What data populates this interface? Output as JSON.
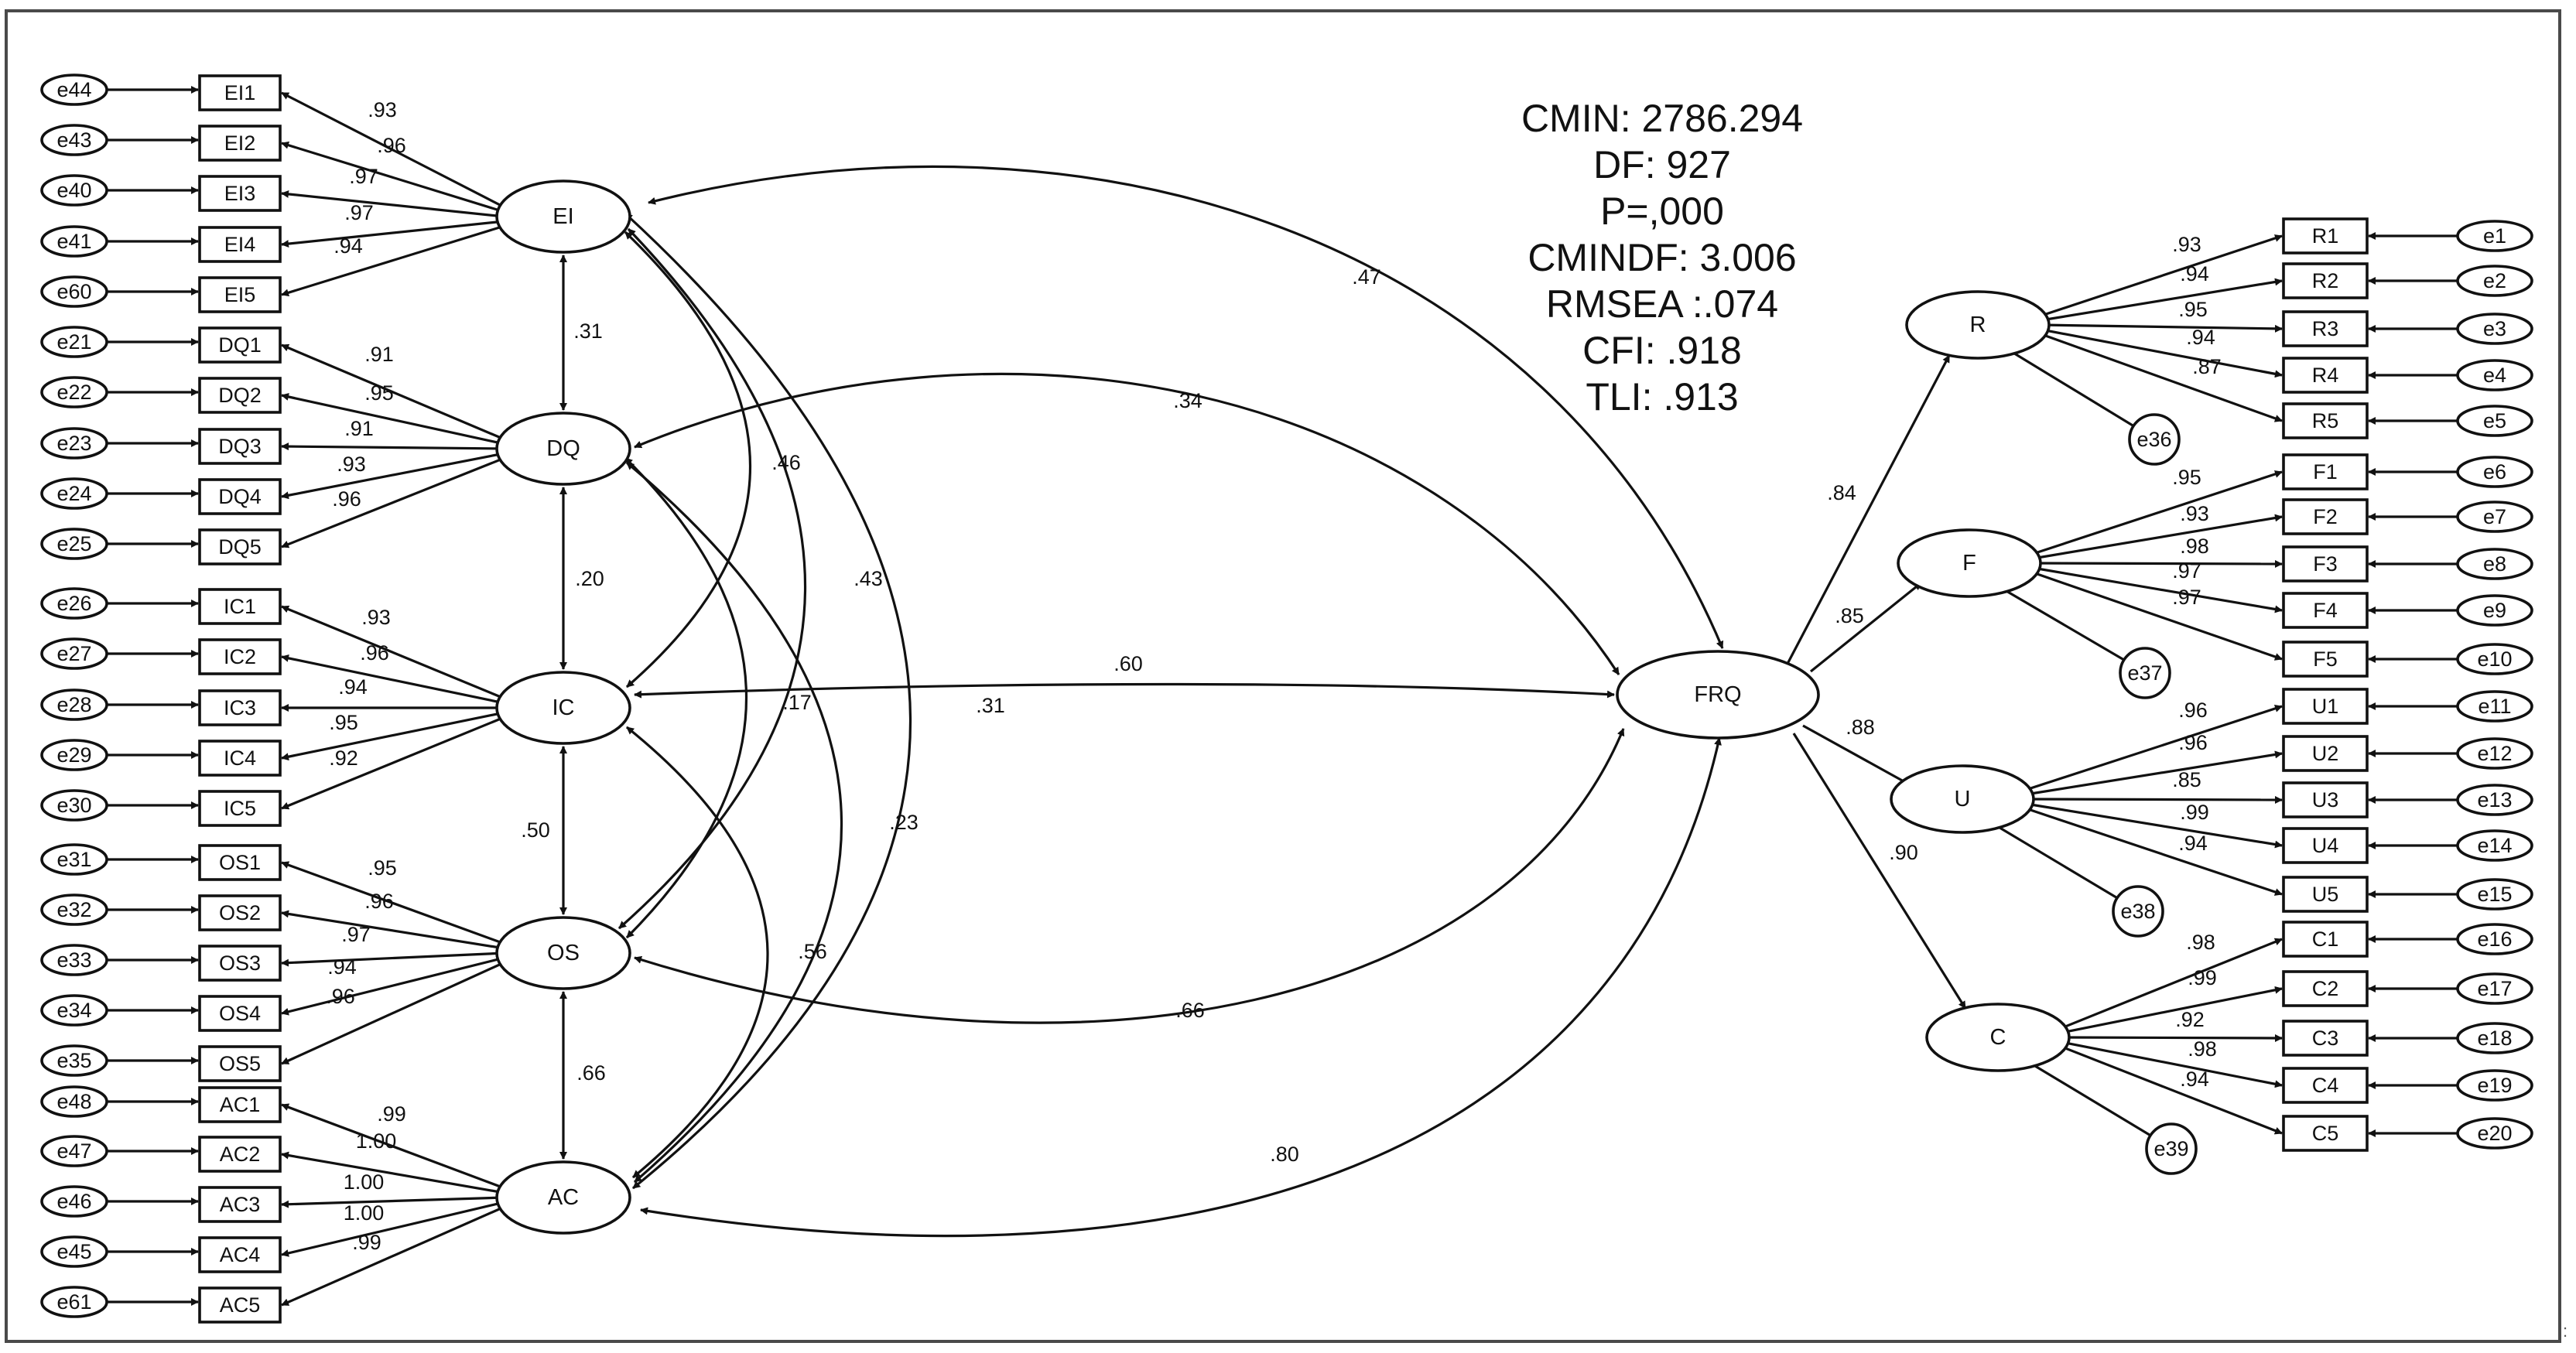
{
  "fit_indices": [
    "CMIN: 2786.294",
    "DF: 927",
    "P=,000",
    "CMINDF: 3.006",
    "RMSEA :.074",
    "CFI: .918",
    "TLI: .913"
  ],
  "latent_factors": [
    {
      "name": "EI",
      "indicators": [
        "EI1",
        "EI2",
        "EI3",
        "EI4",
        "EI5"
      ],
      "errors": [
        "e44",
        "e43",
        "e40",
        "e41",
        "e60"
      ],
      "loadings": [
        ".93",
        ".96",
        ".97",
        ".97",
        ".94"
      ]
    },
    {
      "name": "DQ",
      "indicators": [
        "DQ1",
        "DQ2",
        "DQ3",
        "DQ4",
        "DQ5"
      ],
      "errors": [
        "e21",
        "e22",
        "e23",
        "e24",
        "e25"
      ],
      "loadings": [
        ".91",
        ".95",
        ".91",
        ".93",
        ".96"
      ]
    },
    {
      "name": "IC",
      "indicators": [
        "IC1",
        "IC2",
        "IC3",
        "IC4",
        "IC5"
      ],
      "errors": [
        "e26",
        "e27",
        "e28",
        "e29",
        "e30"
      ],
      "loadings": [
        ".93",
        ".96",
        ".94",
        ".95",
        ".92"
      ]
    },
    {
      "name": "OS",
      "indicators": [
        "OS1",
        "OS2",
        "OS3",
        "OS4",
        "OS5"
      ],
      "errors": [
        "e31",
        "e32",
        "e33",
        "e34",
        "e35"
      ],
      "loadings": [
        ".95",
        ".96",
        ".97",
        ".94",
        ".96"
      ]
    },
    {
      "name": "AC",
      "indicators": [
        "AC1",
        "AC2",
        "AC3",
        "AC4",
        "AC5"
      ],
      "errors": [
        "e48",
        "e47",
        "e46",
        "e45",
        "e61"
      ],
      "loadings": [
        ".99",
        "1.00",
        "1.00",
        "1.00",
        ".99"
      ]
    }
  ],
  "frq_dimensions": [
    {
      "name": "R",
      "indicators": [
        "R1",
        "R2",
        "R3",
        "R4",
        "R5"
      ],
      "errors": [
        "e1",
        "e2",
        "e3",
        "e4",
        "e5"
      ],
      "loadings": [
        ".93",
        ".94",
        ".95",
        ".94",
        ".87"
      ],
      "disturbance": "e36",
      "path_from_frq": ".84"
    },
    {
      "name": "F",
      "indicators": [
        "F1",
        "F2",
        "F3",
        "F4",
        "F5"
      ],
      "errors": [
        "e6",
        "e7",
        "e8",
        "e9",
        "e10"
      ],
      "loadings": [
        ".95",
        ".93",
        ".98",
        ".97",
        ".97"
      ],
      "disturbance": "e37",
      "path_from_frq": ".85"
    },
    {
      "name": "U",
      "indicators": [
        "U1",
        "U2",
        "U3",
        "U4",
        "U5"
      ],
      "errors": [
        "e11",
        "e12",
        "e13",
        "e14",
        "e15"
      ],
      "loadings": [
        ".96",
        ".96",
        ".85",
        ".99",
        ".94"
      ],
      "disturbance": "e38",
      "path_from_frq": ".88"
    },
    {
      "name": "C",
      "indicators": [
        "C1",
        "C2",
        "C3",
        "C4",
        "C5"
      ],
      "errors": [
        "e16",
        "e17",
        "e18",
        "e19",
        "e20"
      ],
      "loadings": [
        ".98",
        ".99",
        ".92",
        ".98",
        ".94"
      ],
      "disturbance": "e39",
      "path_from_frq": ".90"
    }
  ],
  "frq_name": "FRQ",
  "adjacent_correlations": [
    {
      "from": "EI",
      "to": "DQ",
      "value": ".31"
    },
    {
      "from": "DQ",
      "to": "IC",
      "value": ".20"
    },
    {
      "from": "IC",
      "to": "OS",
      "value": ".50"
    },
    {
      "from": "OS",
      "to": "AC",
      "value": ".66"
    }
  ],
  "long_correlations": [
    {
      "from": "EI",
      "to": "IC",
      "value": ".46"
    },
    {
      "from": "EI",
      "to": "OS",
      "value": ".43"
    },
    {
      "from": "EI",
      "to": "AC",
      "value": ".31"
    },
    {
      "from": "DQ",
      "to": "OS",
      "value": ".17"
    },
    {
      "from": "DQ",
      "to": "AC",
      "value": ".23"
    },
    {
      "from": "IC",
      "to": "AC",
      "value": ".56"
    }
  ],
  "frq_correlations": [
    {
      "from": "EI",
      "value": ".47"
    },
    {
      "from": "DQ",
      "value": ".34"
    },
    {
      "from": "IC",
      "value": ".60"
    },
    {
      "from": "OS",
      "value": ".66"
    },
    {
      "from": "AC",
      "value": ".80"
    }
  ],
  "edge_mark": ":"
}
